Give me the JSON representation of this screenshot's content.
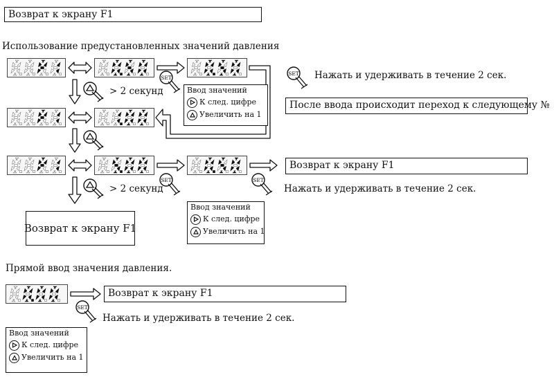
{
  "section_top": {
    "return_f1": "Возврат к экрану F1",
    "preset_heading": "Использование предустановленных значений давления"
  },
  "row1": {
    "left_display": "P1",
    "mid_display": "0.50",
    "right_display": "0.50",
    "set_key": "SET",
    "hold_note": "Нажать и удерживать в течение 2 сек.",
    "after_input_note": "После ввода происходит  переход  к следующему №",
    "gt2": "> 2 секунд"
  },
  "row2": {
    "left_display": "P1",
    "mid_display": "1.00"
  },
  "row3": {
    "left_display": "P1",
    "mid_display": "5.00",
    "right_display": "0.50",
    "return_f1": "Возврат к экрану F1",
    "hold_note": "Нажать и удерживать в течение 2 сек.",
    "gt2": "> 2 секунд",
    "return_f1_bottom": "Возврат к экрану F1"
  },
  "help": {
    "title": "Ввод значений",
    "next_digit": "К след. цифре",
    "increment": "Увеличить на 1"
  },
  "section_bottom": {
    "direct_heading": "Прямой ввод значения давления.",
    "display": "0.00",
    "return_f1": "Возврат к экрану F1",
    "hold_note": "Нажать и удерживать в течение 2 сек."
  }
}
